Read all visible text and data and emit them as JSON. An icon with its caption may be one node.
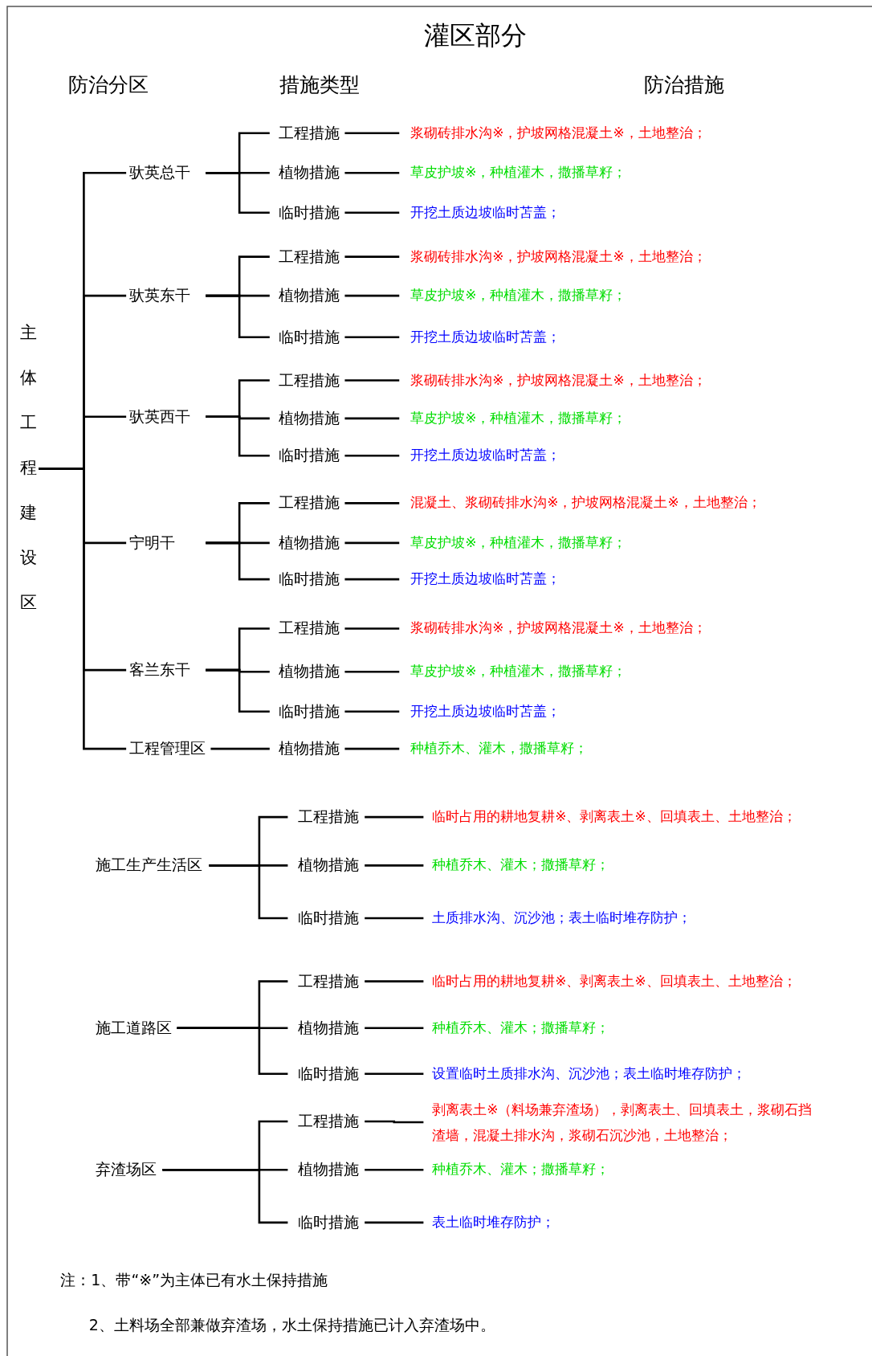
{
  "diagram": {
    "title": "灌区部分",
    "nodes": [
      {
        "text": [
          "主体工程建设区"
        ]
      },
      {
        "text": [
          "驮英总干"
        ]
      },
      {
        "text": [
          "工程措施"
        ]
      },
      {
        "text": [
          "浆砌砖排水沟※，护坡网格混凝土※，土地整治；"
        ]
      },
      {
        "text": [
          "植物措施"
        ]
      },
      {
        "text": [
          "草皮护坡※，种植灌木，撒播草籽；"
        ]
      },
      {
        "text": [
          "临时措施"
        ]
      },
      {
        "text": [
          "开挖土质边坡临时苫盖；"
        ]
      },
      {
        "text": [
          "驮英东干"
        ]
      },
      {
        "text": [
          "工程措施"
        ]
      },
      {
        "text": [
          "浆砌砖排水沟※，护坡网格混凝土※，土地整治；"
        ]
      },
      {
        "text": [
          "植物措施"
        ]
      },
      {
        "text": [
          "草皮护坡※，种植灌木，撒播草籽；"
        ]
      },
      {
        "text": [
          "临时措施"
        ]
      },
      {
        "text": [
          "开挖土质边坡临时苫盖；"
        ]
      },
      {
        "text": [
          "驮英西干"
        ]
      },
      {
        "text": [
          "工程措施"
        ]
      },
      {
        "text": [
          "浆砌砖排水沟※，护坡网格混凝土※，土地整治；"
        ]
      },
      {
        "text": [
          "植物措施"
        ]
      },
      {
        "text": [
          "草皮护坡※，种植灌木，撒播草籽；"
        ]
      },
      {
        "text": [
          "临时措施"
        ]
      },
      {
        "text": [
          "开挖土质边坡临时苫盖；"
        ]
      },
      {
        "text": [
          "宁明干"
        ]
      },
      {
        "text": [
          "工程措施"
        ]
      },
      {
        "text": [
          "混凝土、浆砌砖排水沟※，护坡网格混凝土※，土地整治；"
        ]
      },
      {
        "text": [
          "植物措施"
        ]
      },
      {
        "text": [
          "草皮护坡※，种植灌木，撒播草籽；"
        ]
      },
      {
        "text": [
          "临时措施"
        ]
      },
      {
        "text": [
          "开挖土质边坡临时苫盖；"
        ]
      },
      {
        "text": [
          "客兰东干"
        ]
      },
      {
        "text": [
          "工程措施"
        ]
      },
      {
        "text": [
          "浆砌砖排水沟※，护坡网格混凝土※，土地整治；"
        ]
      },
      {
        "text": [
          "植物措施"
        ]
      },
      {
        "text": [
          "草皮护坡※，种植灌木，撒播草籽；"
        ]
      },
      {
        "text": [
          "临时措施"
        ]
      },
      {
        "text": [
          "开挖土质边坡临时苫盖；"
        ]
      },
      {
        "text": [
          "工程管理区"
        ]
      },
      {
        "text": [
          "植物措施"
        ]
      },
      {
        "text": [
          "种植乔木、灌木，撒播草籽；"
        ]
      },
      {
        "text": [
          "施工生产生活区"
        ]
      },
      {
        "text": [
          "工程措施"
        ]
      },
      {
        "text": [
          "临时占用的耕地复耕※、剥离表土※、回填表土、土地整治；"
        ]
      },
      {
        "text": [
          "植物措施"
        ]
      },
      {
        "text": [
          "种植乔木、灌木；撒播草籽；"
        ]
      },
      {
        "text": [
          "临时措施"
        ]
      },
      {
        "text": [
          "土质排水沟、沉沙池；表土临时堆存防护；"
        ]
      },
      {
        "text": [
          "施工道路区"
        ]
      },
      {
        "text": [
          "工程措施"
        ]
      },
      {
        "text": [
          "临时占用的耕地复耕※、剥离表土※、回填表土、土地整治；"
        ]
      },
      {
        "text": [
          "植物措施"
        ]
      },
      {
        "text": [
          "种植乔木、灌木；撒播草籽；"
        ]
      },
      {
        "text": [
          "临时措施"
        ]
      },
      {
        "text": [
          "设置临时土质排水沟、沉沙池；表土临时堆存防护；"
        ]
      },
      {
        "text": [
          "弃渣场区"
        ]
      },
      {
        "text": [
          "工程措施"
        ]
      },
      {
        "text": [
          "剥离表土※（料场兼弃渣场），剥离表土、回填表土，浆砌石挡渣墙，混凝土排水沟，浆砌石沉沙池，土地整治；"
        ]
      },
      {
        "text": [
          "植物措施"
        ]
      },
      {
        "text": [
          "种植乔木、灌木；撒播草籽；"
        ]
      },
      {
        "text": [
          "临时措施"
        ]
      },
      {
        "text": [
          "表土临时堆存防护；"
        ]
      }
    ],
    "edges": [
      {
        "from": 0,
        "to": 1,
        "arrow": "none"
      },
      {
        "from": 0,
        "to": 8,
        "arrow": "none"
      },
      {
        "from": 0,
        "to": 15,
        "arrow": "none"
      },
      {
        "from": 0,
        "to": 22,
        "arrow": "none"
      },
      {
        "from": 0,
        "to": 29,
        "arrow": "none"
      },
      {
        "from": 0,
        "to": 36,
        "arrow": "none"
      },
      {
        "from": 1,
        "to": 2,
        "arrow": "none"
      },
      {
        "from": 2,
        "to": 3,
        "arrow": "none"
      },
      {
        "from": 1,
        "to": 4,
        "arrow": "none"
      },
      {
        "from": 4,
        "to": 5,
        "arrow": "none"
      },
      {
        "from": 1,
        "to": 6,
        "arrow": "none"
      },
      {
        "from": 6,
        "to": 7,
        "arrow": "none"
      },
      {
        "from": 8,
        "to": 9,
        "arrow": "none"
      },
      {
        "from": 9,
        "to": 10,
        "arrow": "none"
      },
      {
        "from": 8,
        "to": 11,
        "arrow": "none"
      },
      {
        "from": 11,
        "to": 12,
        "arrow": "none"
      },
      {
        "from": 8,
        "to": 13,
        "arrow": "none"
      },
      {
        "from": 13,
        "to": 14,
        "arrow": "none"
      },
      {
        "from": 15,
        "to": 16,
        "arrow": "none"
      },
      {
        "from": 16,
        "to": 17,
        "arrow": "none"
      },
      {
        "from": 15,
        "to": 18,
        "arrow": "none"
      },
      {
        "from": 18,
        "to": 19,
        "arrow": "none"
      },
      {
        "from": 15,
        "to": 20,
        "arrow": "none"
      },
      {
        "from": 20,
        "to": 21,
        "arrow": "none"
      },
      {
        "from": 22,
        "to": 23,
        "arrow": "none"
      },
      {
        "from": 23,
        "to": 24,
        "arrow": "none"
      },
      {
        "from": 22,
        "to": 25,
        "arrow": "none"
      },
      {
        "from": 25,
        "to": 26,
        "arrow": "none"
      },
      {
        "from": 22,
        "to": 27,
        "arrow": "none"
      },
      {
        "from": 27,
        "to": 28,
        "arrow": "none"
      },
      {
        "from": 29,
        "to": 30,
        "arrow": "none"
      },
      {
        "from": 30,
        "to": 31,
        "arrow": "none"
      },
      {
        "from": 29,
        "to": 32,
        "arrow": "none"
      },
      {
        "from": 32,
        "to": 33,
        "arrow": "none"
      },
      {
        "from": 29,
        "to": 34,
        "arrow": "none"
      },
      {
        "from": 34,
        "to": 35,
        "arrow": "none"
      },
      {
        "from": 36,
        "to": 37,
        "arrow": "none"
      },
      {
        "from": 37,
        "to": 38,
        "arrow": "none"
      },
      {
        "from": 39,
        "to": 40,
        "arrow": "none"
      },
      {
        "from": 40,
        "to": 41,
        "arrow": "none"
      },
      {
        "from": 39,
        "to": 42,
        "arrow": "none"
      },
      {
        "from": 42,
        "to": 43,
        "arrow": "none"
      },
      {
        "from": 39,
        "to": 44,
        "arrow": "none"
      },
      {
        "from": 44,
        "to": 45,
        "arrow": "none"
      },
      {
        "from": 46,
        "to": 47,
        "arrow": "none"
      },
      {
        "from": 47,
        "to": 48,
        "arrow": "none"
      },
      {
        "from": 46,
        "to": 49,
        "arrow": "none"
      },
      {
        "from": 49,
        "to": 50,
        "arrow": "none"
      },
      {
        "from": 46,
        "to": 51,
        "arrow": "none"
      },
      {
        "from": 51,
        "to": 52,
        "arrow": "none"
      },
      {
        "from": 53,
        "to": 54,
        "arrow": "none"
      },
      {
        "from": 54,
        "to": 55,
        "arrow": "none"
      },
      {
        "from": 53,
        "to": 56,
        "arrow": "none"
      },
      {
        "from": 56,
        "to": 57,
        "arrow": "none"
      },
      {
        "from": 53,
        "to": 58,
        "arrow": "none"
      },
      {
        "from": 58,
        "to": 59,
        "arrow": "none"
      }
    ],
    "labels": [
      "防治分区",
      "措施类型",
      "防治措施",
      "注：1、带“※”为主体已有水土保持措施",
      "2、土料场全部兼做弃渣场，水土保持措施已计入弃渣场中。"
    ]
  }
}
